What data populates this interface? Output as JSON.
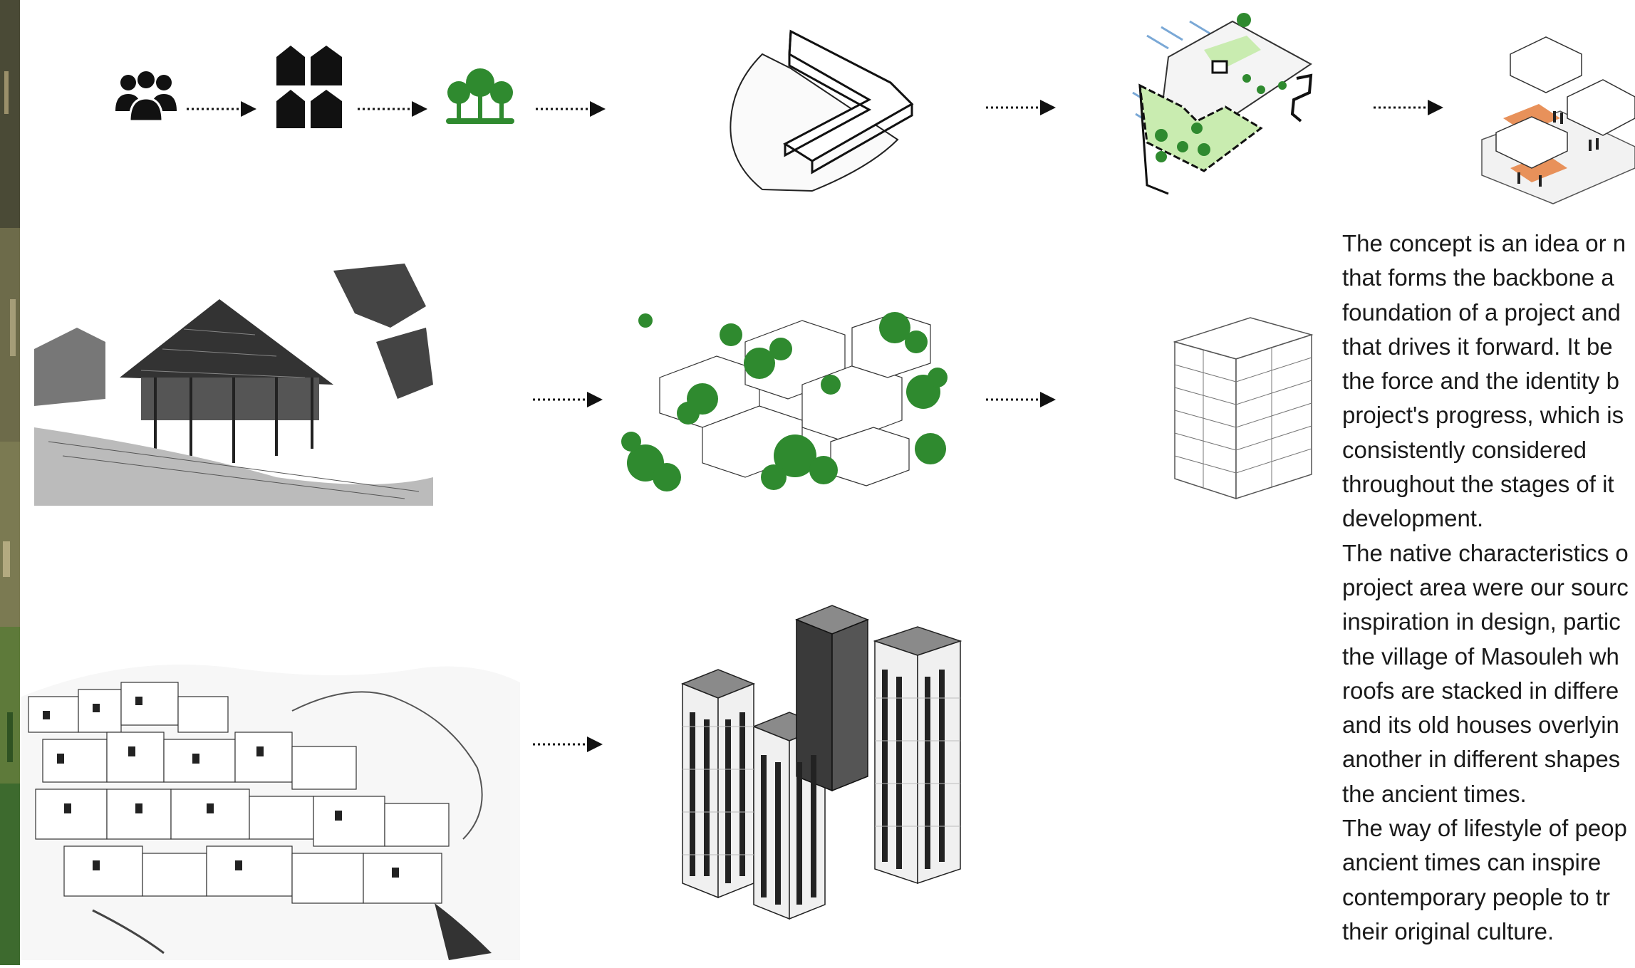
{
  "concept": {
    "paragraph_1": "The concept is an idea or n\nthat forms the backbone a\nfoundation of a project and\nthat drives it forward. It be\nthe force and the identity b\nproject's progress, which is\nconsistently considered\nthroughout the stages of it\ndevelopment.",
    "paragraph_2": "The native characteristics o\nproject area were our sourc\ninspiration in design, partic\nthe village of Masouleh wh\nroofs are stacked in differe\nand its old houses overlyin\nanother in different shapes\nthe ancient times.",
    "paragraph_3": "The way of lifestyle of peop\nancient times can inspire\ncontemporary people to tr\ntheir original culture."
  },
  "colors": {
    "foreground": "#111111",
    "green": "#2f8a2f",
    "light_green": "#c9ecb0",
    "roof_orange": "#e8915a",
    "building_gray": "#8a8a8a"
  },
  "icons": [
    "people-icon",
    "houses-icon",
    "trees-icon"
  ]
}
